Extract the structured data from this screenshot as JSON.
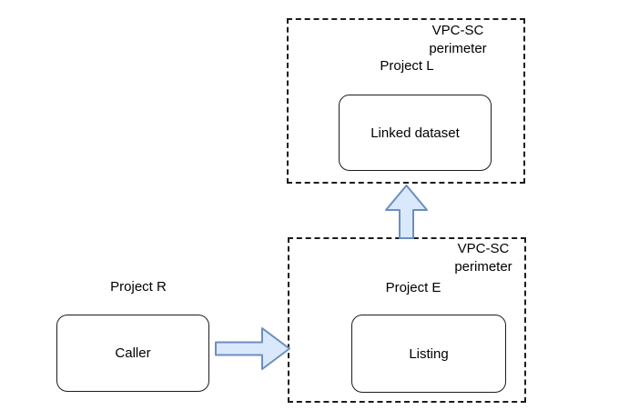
{
  "top_perimeter": {
    "label": "VPC-SC\nperimeter",
    "project": "Project L",
    "node": "Linked dataset"
  },
  "bottom_perimeter": {
    "label": "VPC-SC\nperimeter",
    "project": "Project E",
    "node": "Listing"
  },
  "caller_group": {
    "project": "Project R",
    "node": "Caller"
  },
  "arrows": {
    "caller_to_listing": "right-arrow",
    "listing_to_linked_dataset": "up-arrow"
  },
  "colors": {
    "background": "#ffffff",
    "box_border": "#1c1c1c",
    "text": "#000000",
    "arrow_fill": "#dae8fc",
    "arrow_stroke": "#6c8ebf"
  }
}
